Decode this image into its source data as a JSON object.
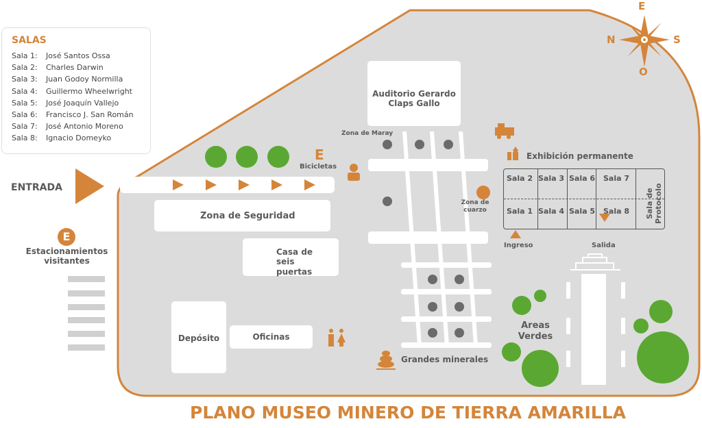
{
  "title": "PLANO MUSEO MINERO DE TIERRA AMARILLA",
  "legend": {
    "title": "SALAS",
    "items": [
      {
        "k": "Sala 1:",
        "v": "José Santos Ossa"
      },
      {
        "k": "Sala 2:",
        "v": "Charles Darwin"
      },
      {
        "k": "Sala 3:",
        "v": "Juan Godoy Normilla"
      },
      {
        "k": "Sala 4:",
        "v": "Guillermo Wheelwright"
      },
      {
        "k": "Sala 5:",
        "v": "José Joaquín Vallejo"
      },
      {
        "k": "Sala 6:",
        "v": "Francisco J. San Román"
      },
      {
        "k": "Sala 7:",
        "v": "José Antonio Moreno"
      },
      {
        "k": "Sala 8:",
        "v": "Ignacio Domeyko"
      }
    ]
  },
  "compass": {
    "n": "N",
    "e": "E",
    "s": "S",
    "o": "O"
  },
  "entrada": "ENTRADA",
  "parking": {
    "letter": "E",
    "label": "Estacionamientos visitantes"
  },
  "bikes": {
    "letter": "E",
    "label": "Bicicletas"
  },
  "areas": {
    "auditorio": "Auditorio Gerardo Claps Gallo",
    "maray": "Zona de Maray",
    "cuarzo": "Zona de cuarzo",
    "seguridad": "Zona de Seguridad",
    "casa": "Casa de seis puertas",
    "deposito": "Depósito",
    "oficinas": "Oficinas",
    "minerales": "Grandes minerales",
    "verdes": "Areas Verdes",
    "exhibicion": "Exhibición permanente",
    "protocolo": "Sala de Protocolo",
    "ingreso": "Ingreso",
    "salida": "Salida"
  },
  "salas": {
    "s1": "Sala 1",
    "s2": "Sala 2",
    "s3": "Sala 3",
    "s4": "Sala 4",
    "s5": "Sala 5",
    "s6": "Sala 6",
    "s7": "Sala 7",
    "s8": "Sala 8"
  },
  "colors": {
    "accent": "#d4853a",
    "green": "#5aa832",
    "floor": "#dcdcdc"
  }
}
